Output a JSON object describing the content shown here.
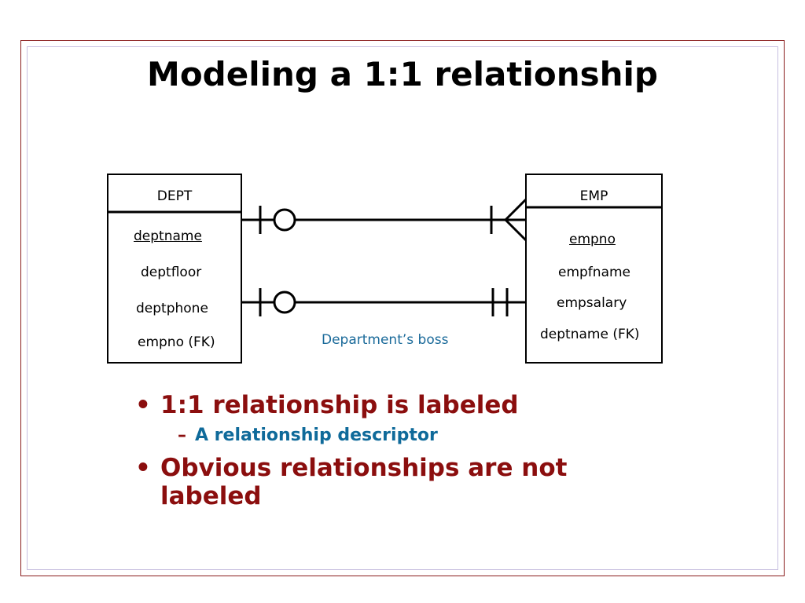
{
  "slide": {
    "title": "Modeling a 1:1 relationship"
  },
  "diagram": {
    "entities": [
      {
        "name": "DEPT",
        "attributes": [
          "deptname",
          "deptfloor",
          "deptphone",
          "empno (FK)"
        ],
        "primary_key": "deptname"
      },
      {
        "name": "EMP",
        "attributes": [
          "empno",
          "empfname",
          "empsalary",
          "deptname (FK)"
        ],
        "primary_key": "empno"
      }
    ],
    "relationships": [
      {
        "from": "DEPT",
        "to": "EMP",
        "from_cardinality": "zero-or-one",
        "to_cardinality": "one-or-many",
        "label": ""
      },
      {
        "from": "DEPT",
        "to": "EMP",
        "from_cardinality": "zero-or-one",
        "to_cardinality": "exactly-one",
        "label": "Department’s boss"
      }
    ]
  },
  "bullets": [
    {
      "text": "1:1 relationship is labeled",
      "sub": [
        "A relationship descriptor"
      ]
    },
    {
      "text": "Obvious relationships are not labeled",
      "sub": []
    }
  ],
  "colors": {
    "frame": "#8a1c1c",
    "inner_frame": "#c8c0e0",
    "bullet_text": "#8b0e0e",
    "sub_bullet_text": "#0f6a9a",
    "descriptor_text": "#1a6a9a"
  }
}
